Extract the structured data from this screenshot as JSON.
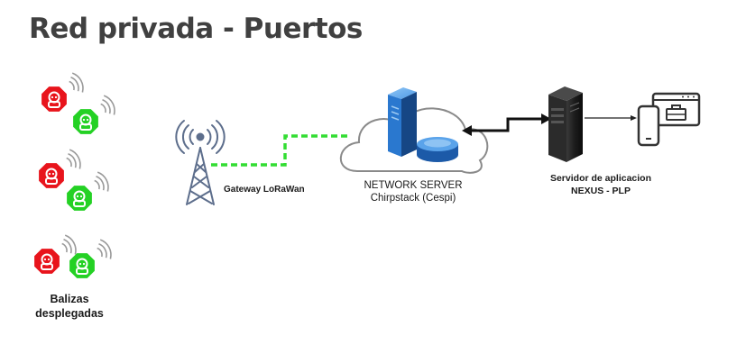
{
  "slide": {
    "title": "Red privada - Puertos"
  },
  "diagram": {
    "gateway": {
      "label": "Gateway LoRaWan",
      "icon": "cell-tower-icon"
    },
    "network_server": {
      "line1": "NETWORK SERVER",
      "line2": "Chirpstack (Cespi)",
      "icon": "cloud-server-icon"
    },
    "app_server": {
      "line1": "Servidor de aplicacion",
      "line2": "NEXUS - PLP",
      "icon": "server-tower-icon"
    },
    "beacons": {
      "line1": "Balizas",
      "line2": "desplegadas",
      "icon": "beacon-icon"
    },
    "client_icon": "phone-monitor-toolbox-icon",
    "colors": {
      "beacon_red": "#e8141c",
      "beacon_green": "#24d124",
      "radio_link": "#33dd33",
      "server_blue": "#1e5fb4",
      "server_dark": "#1c1c1c",
      "cloud_stroke": "#888888",
      "title": "#404040"
    }
  }
}
